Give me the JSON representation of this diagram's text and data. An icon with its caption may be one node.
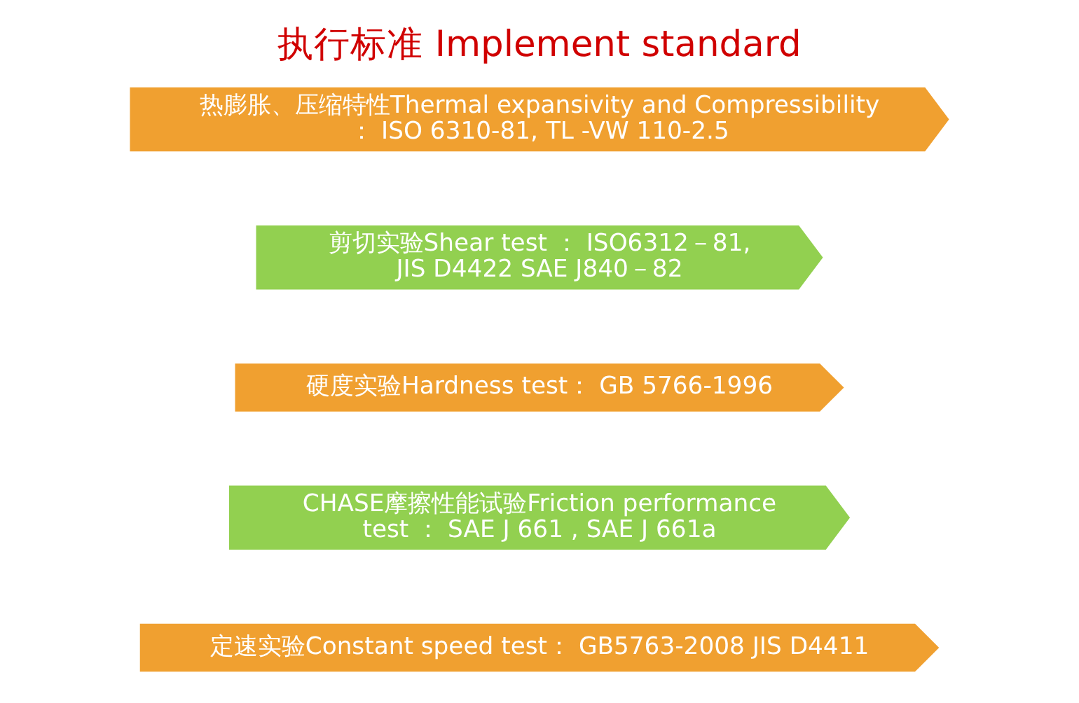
{
  "diagram": {
    "title": "执行标准 Implement standard",
    "nodes": [
      {
        "text": [
          "定速实验Constant speed test： GB5763-2008 JIS D4411"
        ]
      },
      {
        "text": [
          "CHASE摩擦性能试验Friction performance test ： SAE J 661 , SAE J 661a"
        ]
      },
      {
        "text": [
          "硬度实验Hardness test： GB 5766-1996"
        ]
      },
      {
        "text": [
          "剪切实验Shear test ： ISO6312－81, JIS D4422 SAE J840－82"
        ]
      },
      {
        "text": [
          "热膨胀、压缩特性Thermal expansivity and Compressibility ： ISO 6310-81, TL -VW 110-2.5"
        ]
      }
    ],
    "edges": []
  }
}
